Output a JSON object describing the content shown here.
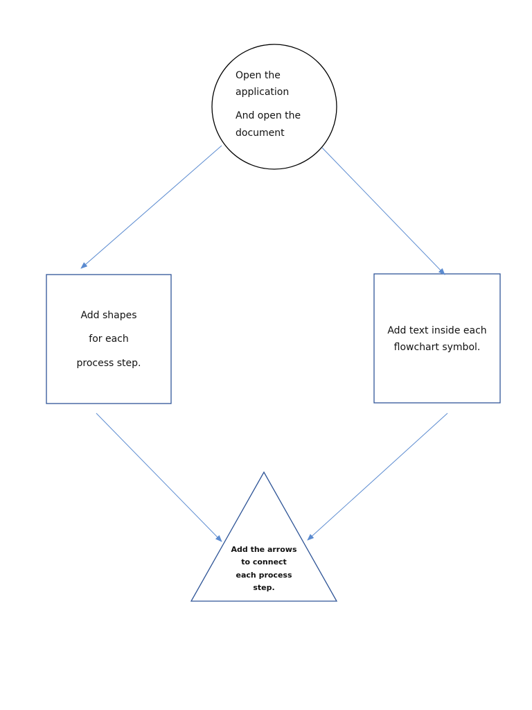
{
  "colors": {
    "arrow": "#5b8bd0",
    "box_border": "#2f5597",
    "shape_outline": "#000000",
    "triangle_outline": "#2f5597"
  },
  "nodes": {
    "start_circle": {
      "lines": [
        "Open the",
        "application",
        "And open the",
        "document"
      ]
    },
    "left_box": {
      "lines": [
        "Add shapes",
        "for each",
        "process step."
      ]
    },
    "right_box": {
      "lines": [
        "Add text inside each",
        "flowchart symbol."
      ]
    },
    "end_triangle": {
      "lines": [
        "Add the arrows",
        "to connect",
        "each process",
        "step."
      ]
    }
  }
}
